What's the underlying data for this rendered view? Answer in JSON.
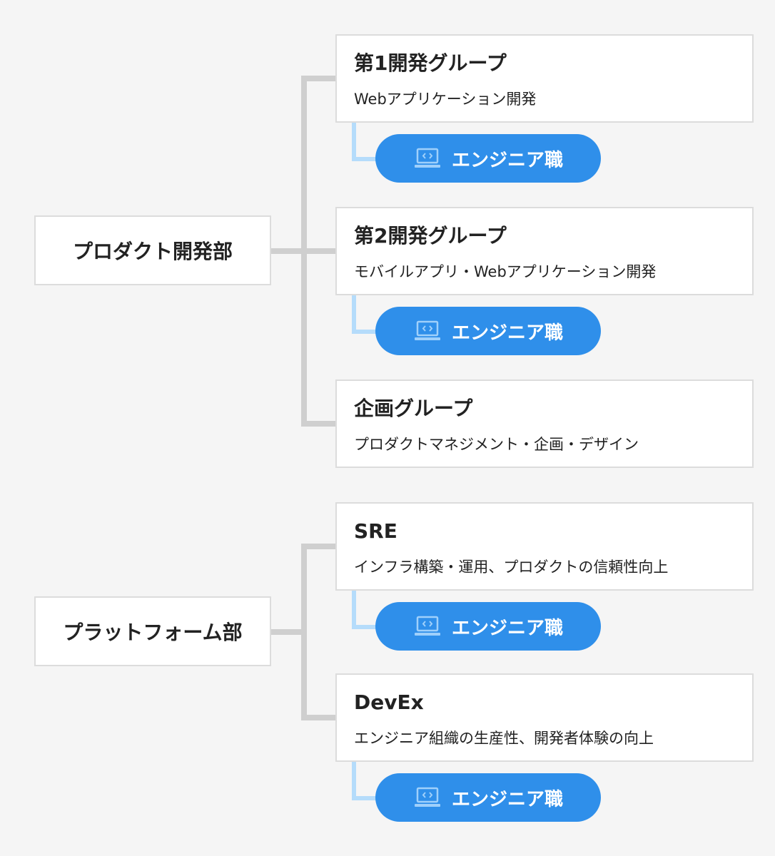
{
  "departments": [
    {
      "name": "プロダクト開発部",
      "groups": [
        {
          "name": "第1開発グループ",
          "desc": "Webアプリケーション開発",
          "role": "エンジニア職"
        },
        {
          "name": "第2開発グループ",
          "desc": "モバイルアプリ・Webアプリケーション開発",
          "role": "エンジニア職"
        },
        {
          "name": "企画グループ",
          "desc": "プロダクトマネジメント・企画・デザイン",
          "role": null
        }
      ]
    },
    {
      "name": "プラットフォーム部",
      "groups": [
        {
          "name": "SRE",
          "desc": "インフラ構築・運用、プロダクトの信頼性向上",
          "role": "エンジニア職"
        },
        {
          "name": "DevEx",
          "desc": "エンジニア組織の生産性、開発者体験の向上",
          "role": "エンジニア職"
        }
      ]
    }
  ],
  "colors": {
    "role_pill": "#2f8fea",
    "connector": "#cfcfcf",
    "role_connector": "#b5dcfb"
  },
  "icon": "laptop-code-icon"
}
